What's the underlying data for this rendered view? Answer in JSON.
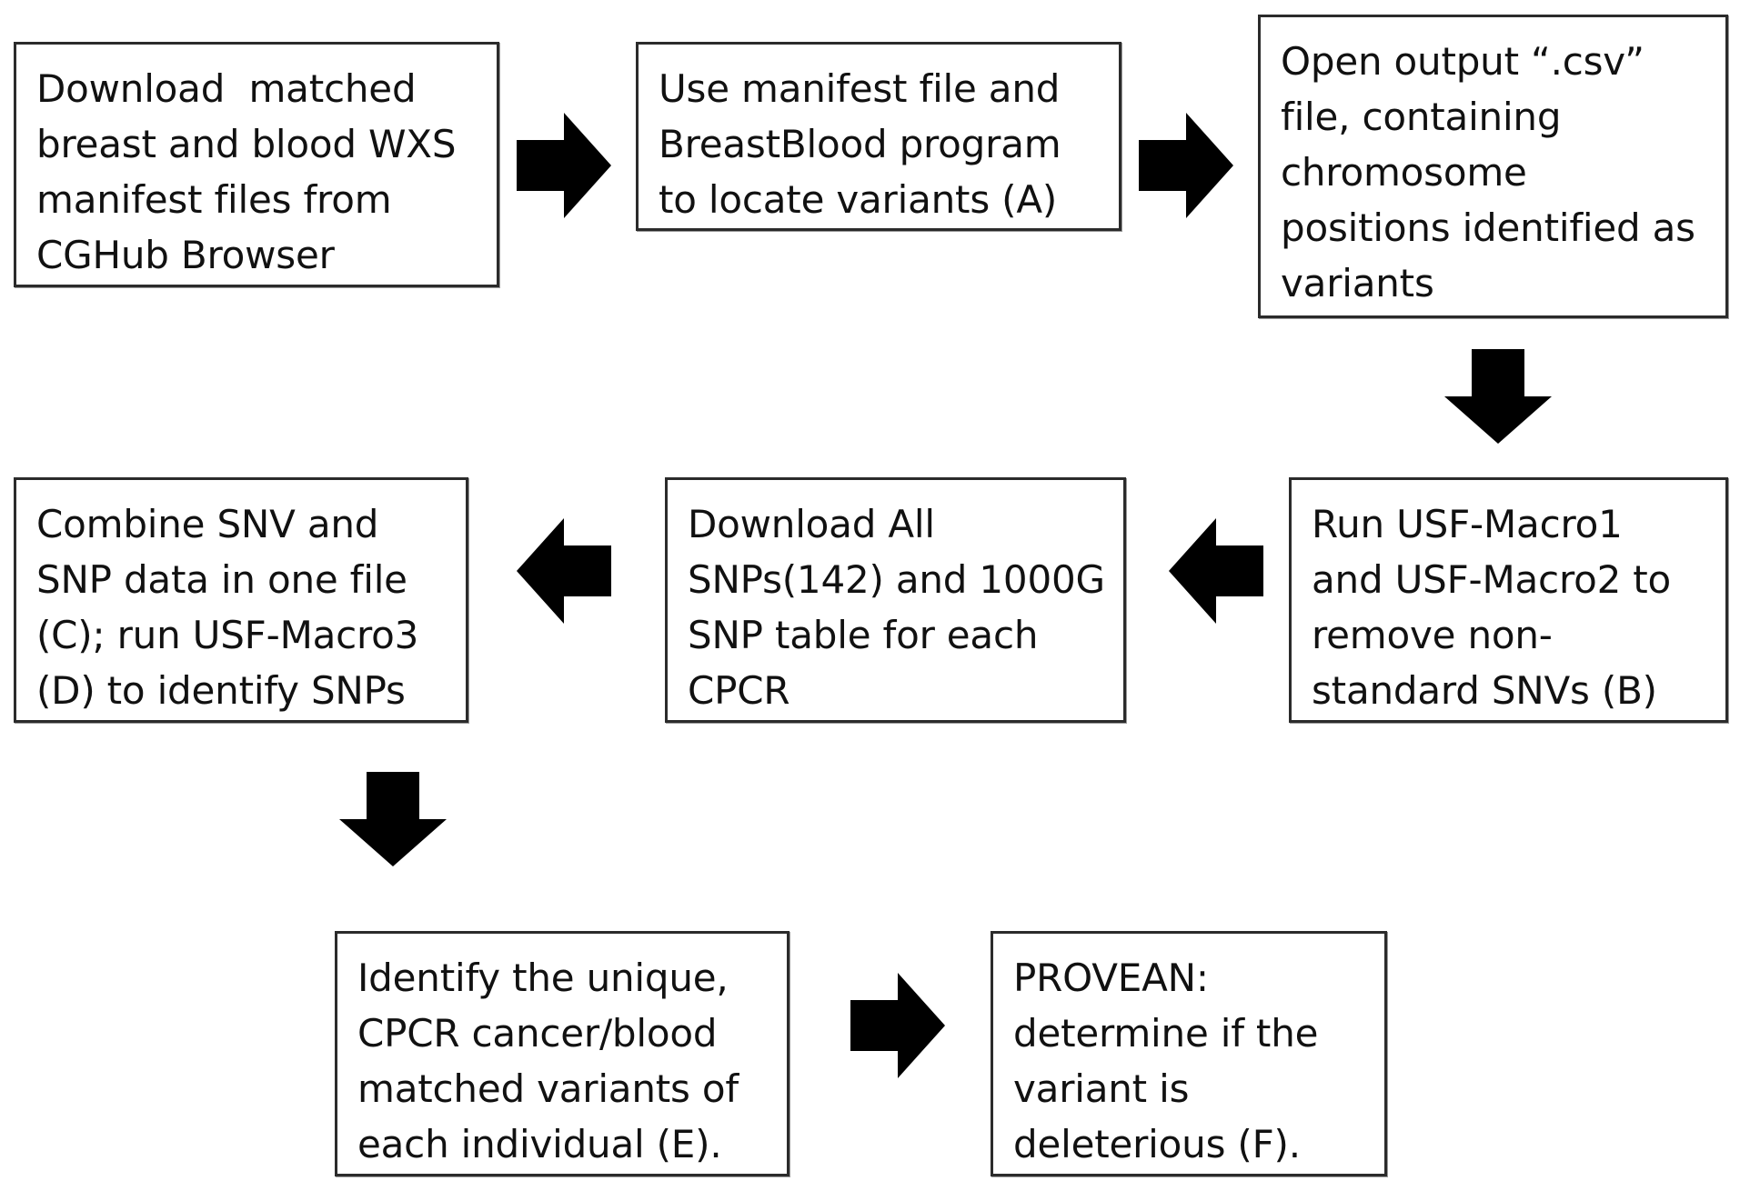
{
  "steps": [
    {
      "id": "download-manifest",
      "lines": [
        "Download  matched",
        "breast and blood WXS",
        "manifest files from",
        "CGHub Browser"
      ]
    },
    {
      "id": "breastblood-program",
      "lines": [
        "Use manifest file and",
        "BreastBlood program",
        "to locate variants (A)"
      ]
    },
    {
      "id": "open-csv",
      "lines": [
        "Open output “.csv”",
        "file, containing",
        "chromosome",
        "positions identified as",
        "variants"
      ]
    },
    {
      "id": "run-macro1-2",
      "lines": [
        "Run USF-Macro1",
        "and USF-Macro2 to",
        "remove non-",
        "standard SNVs (B)"
      ]
    },
    {
      "id": "download-snps",
      "lines": [
        "Download All",
        "SNPs(142) and 1000G",
        "SNP table for each",
        "CPCR"
      ]
    },
    {
      "id": "combine-snv-snp",
      "lines": [
        "Combine SNV and",
        "SNP data in one file",
        "(C); run USF-Macro3",
        "(D) to identify SNPs"
      ]
    },
    {
      "id": "identify-unique",
      "lines": [
        "Identify the unique,",
        "CPCR cancer/blood",
        "matched variants of",
        "each individual (E)."
      ]
    },
    {
      "id": "provean",
      "lines": [
        "PROVEAN:",
        "determine if the",
        "variant is",
        "deleterious (F)."
      ]
    }
  ],
  "arrows": [
    {
      "from": "download-manifest",
      "to": "breastblood-program",
      "direction": "right"
    },
    {
      "from": "breastblood-program",
      "to": "open-csv",
      "direction": "right"
    },
    {
      "from": "open-csv",
      "to": "run-macro1-2",
      "direction": "down"
    },
    {
      "from": "run-macro1-2",
      "to": "download-snps",
      "direction": "left"
    },
    {
      "from": "download-snps",
      "to": "combine-snv-snp",
      "direction": "left"
    },
    {
      "from": "combine-snv-snp",
      "to": "identify-unique",
      "direction": "down"
    },
    {
      "from": "identify-unique",
      "to": "provean",
      "direction": "right"
    }
  ],
  "colors": {
    "border": "#2b2b2b",
    "arrow": "#000000",
    "text": "#111111",
    "background": "#ffffff"
  }
}
